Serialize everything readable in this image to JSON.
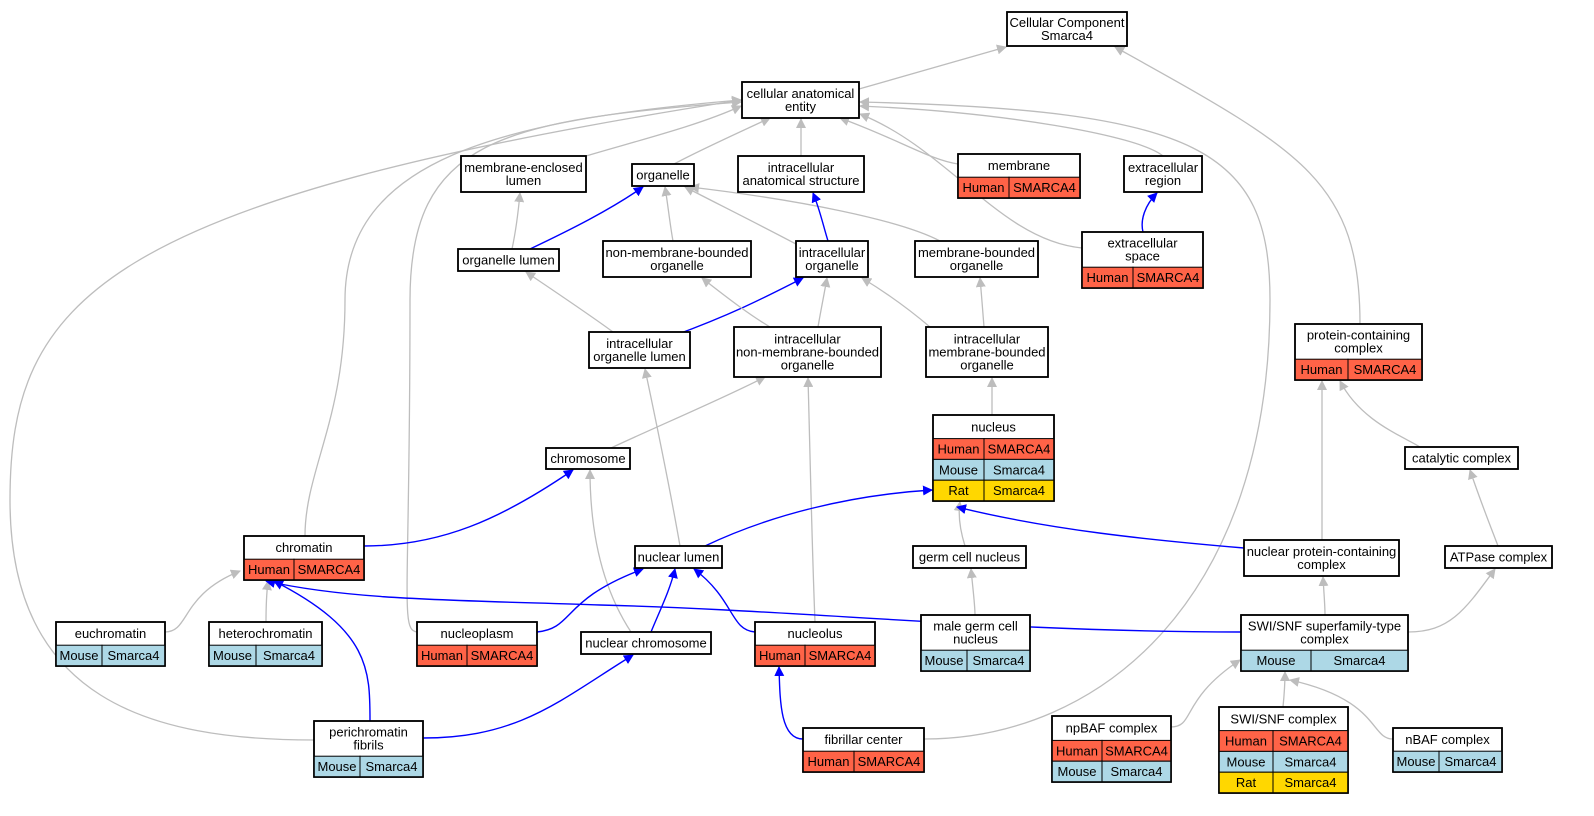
{
  "colors": {
    "background": "#ffffff",
    "edge_isa": "#bdbdbd",
    "edge_partof": "#0000ff",
    "Human": "#ff6347",
    "Mouse": "#add8e6",
    "Rat": "#ffd700"
  },
  "nodes": [
    {
      "id": "cc",
      "lines": [
        "Cellular Component",
        "Smarca4"
      ],
      "rows": []
    },
    {
      "id": "cae",
      "lines": [
        "cellular anatomical",
        "entity"
      ],
      "rows": []
    },
    {
      "id": "mel",
      "lines": [
        "membrane-enclosed",
        "lumen"
      ],
      "rows": []
    },
    {
      "id": "org",
      "lines": [
        "organelle"
      ],
      "rows": []
    },
    {
      "id": "ias",
      "lines": [
        "intracellular",
        "anatomical structure"
      ],
      "rows": []
    },
    {
      "id": "mem",
      "lines": [
        "membrane"
      ],
      "rows": [
        [
          "Human",
          "SMARCA4"
        ]
      ]
    },
    {
      "id": "exr",
      "lines": [
        "extracellular",
        "region"
      ],
      "rows": []
    },
    {
      "id": "exs",
      "lines": [
        "extracellular",
        "space"
      ],
      "rows": [
        [
          "Human",
          "SMARCA4"
        ]
      ]
    },
    {
      "id": "orl",
      "lines": [
        "organelle lumen"
      ],
      "rows": []
    },
    {
      "id": "nmbo",
      "lines": [
        "non-membrane-bounded",
        "organelle"
      ],
      "rows": []
    },
    {
      "id": "io",
      "lines": [
        "intracellular",
        "organelle"
      ],
      "rows": []
    },
    {
      "id": "mbo",
      "lines": [
        "membrane-bounded",
        "organelle"
      ],
      "rows": []
    },
    {
      "id": "iol",
      "lines": [
        "intracellular",
        "organelle lumen"
      ],
      "rows": []
    },
    {
      "id": "inmbo",
      "lines": [
        "intracellular",
        "non-membrane-bounded",
        "organelle"
      ],
      "rows": []
    },
    {
      "id": "imbo",
      "lines": [
        "intracellular",
        "membrane-bounded",
        "organelle"
      ],
      "rows": []
    },
    {
      "id": "pcc",
      "lines": [
        "protein-containing",
        "complex"
      ],
      "rows": [
        [
          "Human",
          "SMARCA4"
        ]
      ]
    },
    {
      "id": "nuc",
      "lines": [
        "nucleus"
      ],
      "rows": [
        [
          "Human",
          "SMARCA4"
        ],
        [
          "Mouse",
          "Smarca4"
        ],
        [
          "Rat",
          "Smarca4"
        ]
      ]
    },
    {
      "id": "chr",
      "lines": [
        "chromosome"
      ],
      "rows": []
    },
    {
      "id": "cat",
      "lines": [
        "catalytic complex"
      ],
      "rows": []
    },
    {
      "id": "chrm",
      "lines": [
        "chromatin"
      ],
      "rows": [
        [
          "Human",
          "SMARCA4"
        ]
      ]
    },
    {
      "id": "nlu",
      "lines": [
        "nuclear lumen"
      ],
      "rows": []
    },
    {
      "id": "gcn",
      "lines": [
        "germ cell nucleus"
      ],
      "rows": []
    },
    {
      "id": "npcc",
      "lines": [
        "nuclear protein-containing",
        "complex"
      ],
      "rows": []
    },
    {
      "id": "atp",
      "lines": [
        "ATPase complex"
      ],
      "rows": []
    },
    {
      "id": "euc",
      "lines": [
        "euchromatin"
      ],
      "rows": [
        [
          "Mouse",
          "Smarca4"
        ]
      ]
    },
    {
      "id": "het",
      "lines": [
        "heterochromatin"
      ],
      "rows": [
        [
          "Mouse",
          "Smarca4"
        ]
      ]
    },
    {
      "id": "npl",
      "lines": [
        "nucleoplasm"
      ],
      "rows": [
        [
          "Human",
          "SMARCA4"
        ]
      ]
    },
    {
      "id": "nchr",
      "lines": [
        "nuclear chromosome"
      ],
      "rows": []
    },
    {
      "id": "nol",
      "lines": [
        "nucleolus"
      ],
      "rows": [
        [
          "Human",
          "SMARCA4"
        ]
      ]
    },
    {
      "id": "mgcn",
      "lines": [
        "male germ cell",
        "nucleus"
      ],
      "rows": [
        [
          "Mouse",
          "Smarca4"
        ]
      ]
    },
    {
      "id": "swisnf",
      "lines": [
        "SWI/SNF superfamily-type",
        "complex"
      ],
      "rows": [
        [
          "Mouse",
          "Smarca4"
        ]
      ]
    },
    {
      "id": "pcf",
      "lines": [
        "perichromatin",
        "fibrils"
      ],
      "rows": [
        [
          "Mouse",
          "Smarca4"
        ]
      ]
    },
    {
      "id": "fc",
      "lines": [
        "fibrillar center"
      ],
      "rows": [
        [
          "Human",
          "SMARCA4"
        ]
      ]
    },
    {
      "id": "npbaf",
      "lines": [
        "npBAF complex"
      ],
      "rows": [
        [
          "Human",
          "SMARCA4"
        ],
        [
          "Mouse",
          "Smarca4"
        ]
      ]
    },
    {
      "id": "swc",
      "lines": [
        "SWI/SNF complex"
      ],
      "rows": [
        [
          "Human",
          "SMARCA4"
        ],
        [
          "Mouse",
          "Smarca4"
        ],
        [
          "Rat",
          "Smarca4"
        ]
      ]
    },
    {
      "id": "nbaf",
      "lines": [
        "nBAF complex"
      ],
      "rows": [
        [
          "Mouse",
          "Smarca4"
        ]
      ]
    }
  ],
  "edges": [
    {
      "from": "cae",
      "to": "cc",
      "type": "is_a"
    },
    {
      "from": "exr",
      "to": "cae",
      "type": "is_a"
    },
    {
      "from": "pcc",
      "to": "cc",
      "type": "is_a"
    },
    {
      "from": "mel",
      "to": "cae",
      "type": "is_a"
    },
    {
      "from": "org",
      "to": "cae",
      "type": "is_a"
    },
    {
      "from": "ias",
      "to": "cae",
      "type": "is_a"
    },
    {
      "from": "mem",
      "to": "cae",
      "type": "is_a"
    },
    {
      "from": "exs",
      "to": "cae",
      "type": "is_a"
    },
    {
      "from": "chrm",
      "to": "cae",
      "type": "is_a"
    },
    {
      "from": "npl",
      "to": "cae",
      "type": "is_a"
    },
    {
      "from": "pcf",
      "to": "cae",
      "type": "is_a"
    },
    {
      "from": "fc",
      "to": "cae",
      "type": "is_a"
    },
    {
      "from": "exs",
      "to": "exr",
      "type": "part_of"
    },
    {
      "from": "orl",
      "to": "mel",
      "type": "is_a"
    },
    {
      "from": "orl",
      "to": "org",
      "type": "part_of"
    },
    {
      "from": "nmbo",
      "to": "org",
      "type": "is_a"
    },
    {
      "from": "io",
      "to": "org",
      "type": "is_a"
    },
    {
      "from": "mbo",
      "to": "org",
      "type": "is_a"
    },
    {
      "from": "io",
      "to": "ias",
      "type": "part_of"
    },
    {
      "from": "iol",
      "to": "orl",
      "type": "is_a"
    },
    {
      "from": "iol",
      "to": "io",
      "type": "part_of"
    },
    {
      "from": "inmbo",
      "to": "nmbo",
      "type": "is_a"
    },
    {
      "from": "inmbo",
      "to": "io",
      "type": "is_a"
    },
    {
      "from": "imbo",
      "to": "io",
      "type": "is_a"
    },
    {
      "from": "imbo",
      "to": "mbo",
      "type": "is_a"
    },
    {
      "from": "nuc",
      "to": "imbo",
      "type": "is_a"
    },
    {
      "from": "chr",
      "to": "inmbo",
      "type": "is_a"
    },
    {
      "from": "nlu",
      "to": "iol",
      "type": "is_a"
    },
    {
      "from": "nol",
      "to": "inmbo",
      "type": "is_a"
    },
    {
      "from": "chrm",
      "to": "chr",
      "type": "part_of"
    },
    {
      "from": "nchr",
      "to": "chr",
      "type": "is_a"
    },
    {
      "from": "nlu",
      "to": "nuc",
      "type": "part_of"
    },
    {
      "from": "gcn",
      "to": "nuc",
      "type": "is_a"
    },
    {
      "from": "npcc",
      "to": "nuc",
      "type": "part_of"
    },
    {
      "from": "cat",
      "to": "pcc",
      "type": "is_a"
    },
    {
      "from": "npcc",
      "to": "pcc",
      "type": "is_a"
    },
    {
      "from": "atp",
      "to": "cat",
      "type": "is_a"
    },
    {
      "from": "euc",
      "to": "chrm",
      "type": "is_a"
    },
    {
      "from": "het",
      "to": "chrm",
      "type": "is_a"
    },
    {
      "from": "swisnf",
      "to": "chrm",
      "type": "part_of"
    },
    {
      "from": "pcf",
      "to": "chrm",
      "type": "part_of"
    },
    {
      "from": "npl",
      "to": "nlu",
      "type": "part_of"
    },
    {
      "from": "nchr",
      "to": "nlu",
      "type": "part_of"
    },
    {
      "from": "nol",
      "to": "nlu",
      "type": "part_of"
    },
    {
      "from": "pcf",
      "to": "nchr",
      "type": "part_of"
    },
    {
      "from": "fc",
      "to": "nol",
      "type": "part_of"
    },
    {
      "from": "mgcn",
      "to": "gcn",
      "type": "is_a"
    },
    {
      "from": "swisnf",
      "to": "npcc",
      "type": "is_a"
    },
    {
      "from": "swisnf",
      "to": "atp",
      "type": "is_a"
    },
    {
      "from": "npbaf",
      "to": "swisnf",
      "type": "is_a"
    },
    {
      "from": "swc",
      "to": "swisnf",
      "type": "is_a"
    },
    {
      "from": "nbaf",
      "to": "swisnf",
      "type": "is_a"
    }
  ]
}
